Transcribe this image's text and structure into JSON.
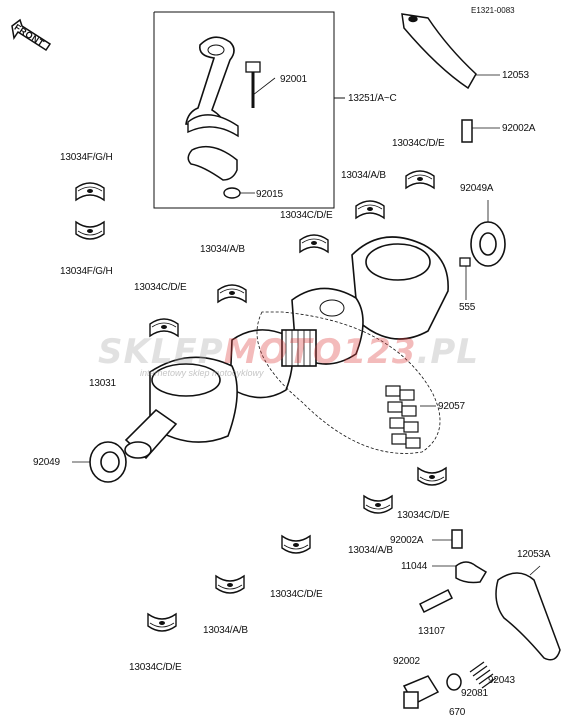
{
  "diagram": {
    "code": "E1321-0083",
    "front_label": "FRONT",
    "watermark": {
      "part1": "SKLEP",
      "part2": "MOTO",
      "part3": "123",
      "part4": ".PL",
      "subtitle": "internetowy sklep motocyklowy"
    },
    "labels": {
      "p92001": "92001",
      "p13251": "13251/A~C",
      "p92015": "92015",
      "p12053": "12053",
      "p92002a_top": "92002A",
      "p13034fgh_top": "13034F/G/H",
      "p13034fgh_bot": "13034F/G/H",
      "p13034cde_1": "13034C/D/E",
      "p92049a": "92049A",
      "p13034ab_1": "13034/A/B",
      "p13034cde_2": "13034C/D/E",
      "p13034ab_2": "13034/A/B",
      "p13034cde_3": "13034C/D/E",
      "p555": "555",
      "p13031": "13031",
      "p92057": "92057",
      "p92049": "92049",
      "p13034cde_4": "13034C/D/E",
      "p92002a_bot": "92002A",
      "p13034ab_3": "13034/A/B",
      "p11044": "11044",
      "p12053a": "12053A",
      "p13034cde_5": "13034C/D/E",
      "p13107": "13107",
      "p13034ab_4": "13034/A/B",
      "p92002": "92002",
      "p92043": "92043",
      "p13034cde_6": "13034C/D/E",
      "p92081": "92081",
      "p670": "670"
    }
  }
}
